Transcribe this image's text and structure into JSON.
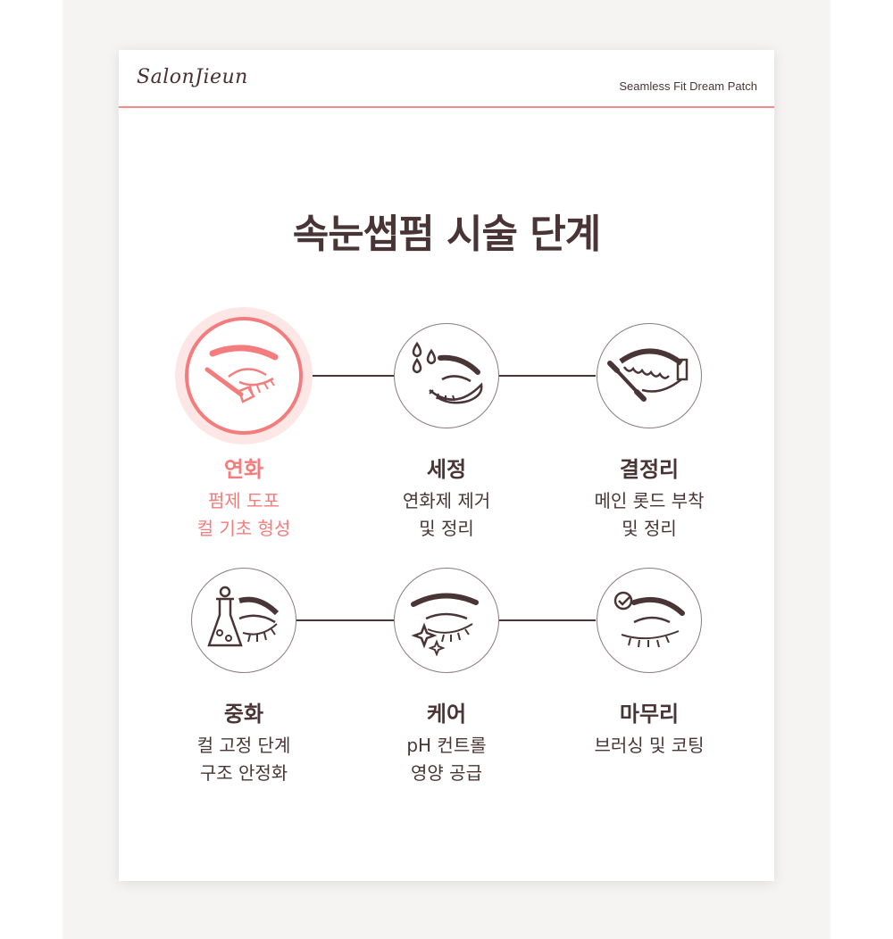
{
  "header": {
    "logo": "SalonJieun",
    "product": "Seamless Fit Dream Patch"
  },
  "title": "속눈썹펌 시술 단계",
  "colors": {
    "accent": "#f47c7c",
    "text": "#4a3536",
    "halo": "#fde7e6",
    "rule": "#f28b8b",
    "backdrop": "#f5f4f2"
  },
  "steps": [
    {
      "label": "연화",
      "lines": [
        "펌제 도포",
        "컬 기초 형성"
      ],
      "icon": "brow-brush-eye-icon",
      "active": true
    },
    {
      "label": "세정",
      "lines": [
        "연화제 제거",
        "및 정리"
      ],
      "icon": "droplets-eye-patch-icon",
      "active": false
    },
    {
      "label": "결정리",
      "lines": [
        "메인 롯드 부착",
        "및 정리"
      ],
      "icon": "rod-applicator-eye-icon",
      "active": false
    },
    {
      "label": "중화",
      "lines": [
        "컬 고정 단계",
        "구조 안정화"
      ],
      "icon": "flask-eye-icon",
      "active": false
    },
    {
      "label": "케어",
      "lines": [
        "pH 컨트롤",
        "영양 공급"
      ],
      "icon": "sparkle-eye-icon",
      "active": false
    },
    {
      "label": "마무리",
      "lines": [
        "브러싱 및 코팅"
      ],
      "icon": "check-eye-icon",
      "active": false
    }
  ]
}
